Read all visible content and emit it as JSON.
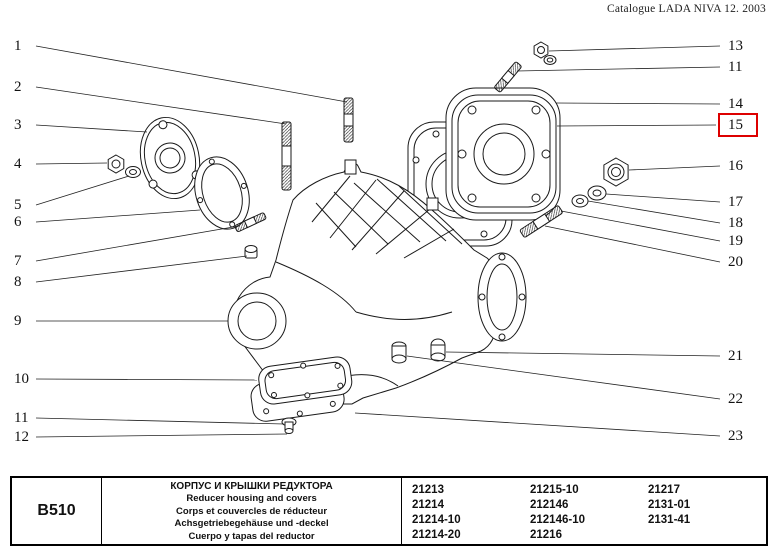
{
  "header": {
    "catalogue": "Catalogue LADA NIVA 12. 2003"
  },
  "colors": {
    "highlight": "#dd0000",
    "line": "#1a1a1a"
  },
  "callouts": {
    "left": [
      "1",
      "2",
      "3",
      "4",
      "5",
      "6",
      "7",
      "8",
      "9",
      "10",
      "11",
      "12"
    ],
    "right": [
      "13",
      "11",
      "14",
      "15",
      "16",
      "17",
      "18",
      "19",
      "20",
      "21",
      "22",
      "23"
    ],
    "highlighted": "15"
  },
  "footer": {
    "code": "B510",
    "titles": {
      "ru": "КОРПУС И КРЫШКИ РЕДУКТОРА",
      "en": "Reducer housing and covers",
      "fr": "Corps et couvercles de réducteur",
      "de": "Achsgetriebegehäuse und -deckel",
      "es": "Cuerpo y tapas del reductor"
    },
    "model_columns": [
      [
        "21213",
        "21214",
        "21214-10",
        "21214-20"
      ],
      [
        "21215-10",
        "212146",
        "212146-10",
        "21216"
      ],
      [
        "21217",
        "2131-01",
        "2131-41"
      ]
    ]
  }
}
